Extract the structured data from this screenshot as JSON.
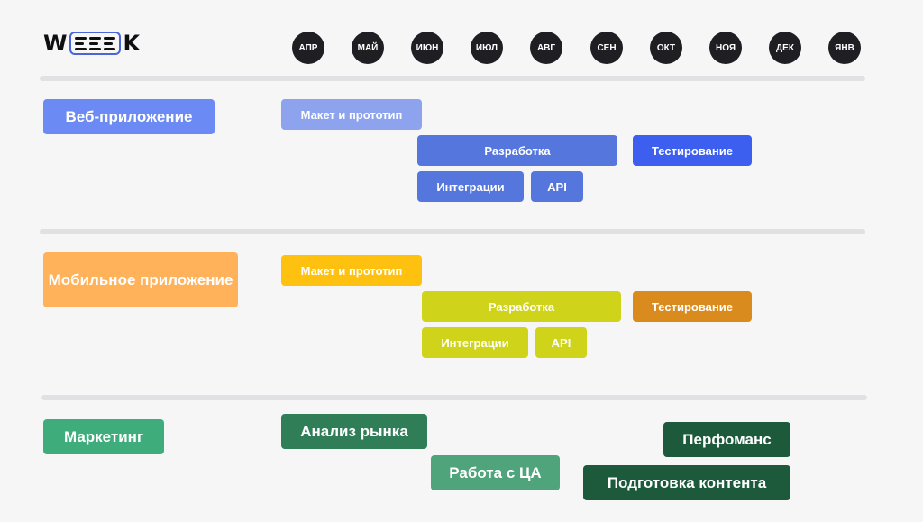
{
  "logo": {
    "text_left": "W",
    "text_right": "K"
  },
  "months": [
    "АПР",
    "МАЙ",
    "ИЮН",
    "ИЮЛ",
    "АВГ",
    "СЕН",
    "ОКТ",
    "НОЯ",
    "ДЕК",
    "ЯНВ"
  ],
  "lanes": {
    "web": {
      "label": "Веб-приложение",
      "color": "#6b8af3",
      "bars": {
        "mockup": "Макет и прототип",
        "development": "Разработка",
        "testing": "Тестирование",
        "integrations": "Интеграции",
        "api": "API"
      }
    },
    "mobile": {
      "label": "Мобильное приложение",
      "color": "#ffb25a",
      "bars": {
        "mockup": "Макет и прототип",
        "development": "Разработка",
        "testing": "Тестирование",
        "integrations": "Интеграции",
        "api": "API"
      }
    },
    "marketing": {
      "label": "Маркетинг",
      "color": "#3fad7b",
      "bars": {
        "market_analysis": "Анализ рынка",
        "audience_work": "Работа с ЦА",
        "performance": "Перфоманс",
        "content_prep": "Подготовка контента"
      }
    }
  },
  "colors": {
    "web_mockup": "#8da3ee",
    "web_dev": "#5576dc",
    "web_testing": "#3d5ff0",
    "mobile_mockup": "#ffc10f",
    "mobile_dev": "#cfd41b",
    "mobile_testing": "#d98b1e",
    "mkt_analysis": "#2f7e57",
    "mkt_audience": "#4fa47c",
    "mkt_dark": "#1c5a3b"
  }
}
